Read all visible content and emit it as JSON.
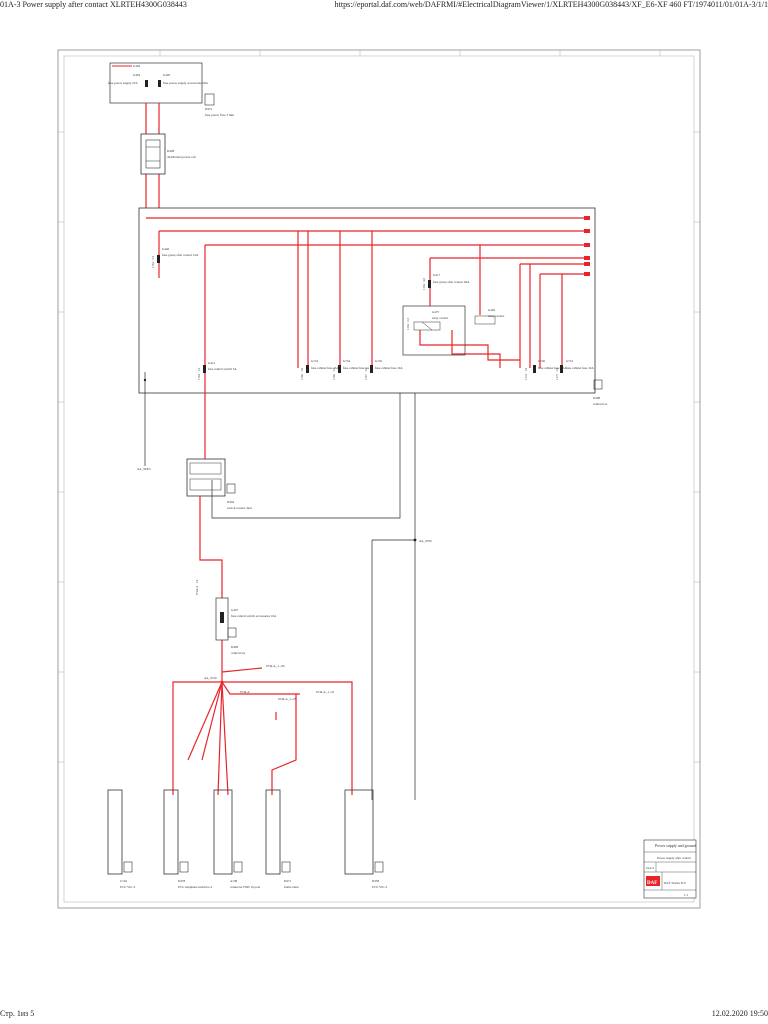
{
  "header": {
    "left": "01A-3 Power supply after contact XLRTEH4300G038443",
    "right": "https://eportal.daf.com/web/DAFRMI/#ElectricalDiagramViewer/1/XLRTEH4300G038443/XF_E6-XF 460 FT/1974011/01/01A-3/1/1"
  },
  "footer": {
    "left": "Стр. 1из 5",
    "right": "12.02.2020 19:50"
  },
  "components": {
    "G404_box": "G404",
    "G404_ref": "G404",
    "G404_desc": "fuse power supply 25A",
    "G405_ref": "G405",
    "G405_desc": "fuse power supply accessories 30A",
    "D472": "D472",
    "D472_desc": "fuse power flow 3 link",
    "D408": "D408",
    "D408_desc": "distribution power rail",
    "G446": "G446",
    "G446_desc": "fuse group after contact 10A",
    "G417": "G417",
    "G417_desc": "fuse group after contact 60A",
    "G475": "G475",
    "G475_desc": "relay contact",
    "G426": "G426",
    "G426_desc": "relay contact",
    "G412": "G412",
    "G412_desc": "fuse central switch 5A",
    "G743": "G743",
    "G744": "G744",
    "G745": "G745",
    "G740": "G740",
    "G741": "G741",
    "fuse_15A": "fuse cabinet fuse 15A",
    "fuse_5A": "fuse cabinet fuse 5A",
    "fuse_10A": "fuse cabinet fuse 10A",
    "fuse_7_5A": "fuse cabinet fuse 7,5A",
    "D408b": "D408",
    "D408b_desc": "central box",
    "D304": "D304",
    "D304_desc": "switch contact dual",
    "G467": "G467",
    "G467_desc": "fuse central switch accessories 10A",
    "D409": "D409",
    "D409_desc": "central box",
    "C104": "C104",
    "C104_desc": "ECU VIC-3",
    "D478": "D478",
    "D478_desc": "ECU telephone interface 4",
    "A138": "A138",
    "A138_desc": "connector FMS 16 pole",
    "D471": "D471",
    "D471_desc": "frame ident",
    "D358": "D358",
    "D358_desc": "ECU VIC-3",
    "node1": "AA_9PK3",
    "node2": "AA_9700",
    "node3": "AA_9720",
    "node4": "9744-A_1...06",
    "node5": "9744-A_1...01",
    "node6": "9744-A",
    "node7": "9744-A_1...05"
  },
  "title_block": {
    "heading": "Power supply and ground",
    "subtitle": "Power supply after contact",
    "sheet": "01A-3",
    "brand": "DAF",
    "brand_sub": "DAF Trucks N.V.",
    "page": "1/1"
  },
  "colors": {
    "wire_power": "#e8242b",
    "wire_ground": "#2a2a2a",
    "frame": "#555555"
  }
}
